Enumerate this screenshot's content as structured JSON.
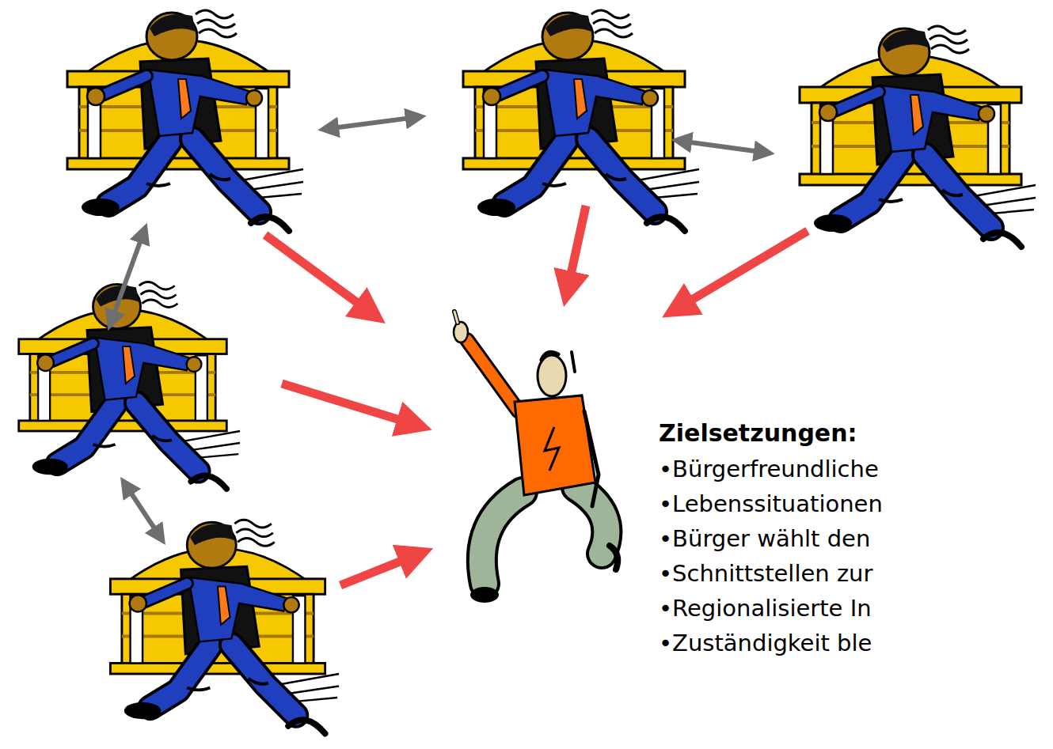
{
  "diagram": {
    "labels": [
      "Zielsetzungen:",
      "•Bürgerfreundliche",
      "•Lebenssituationen",
      "•Bürger wählt den",
      "•Schnittstellen zur",
      "•Regionalisierte In",
      "•Zuständigkeit ble"
    ]
  }
}
